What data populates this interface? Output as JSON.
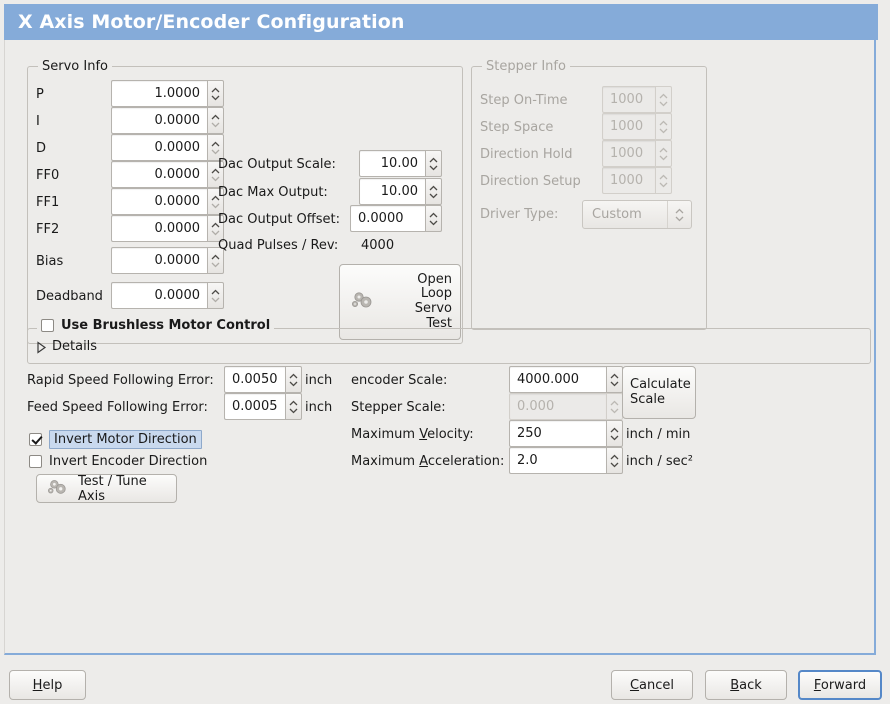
{
  "window": {
    "title": "X Axis Motor/Encoder Configuration",
    "accent_color": "#85abd9",
    "background_color": "#edecea"
  },
  "servo_info": {
    "legend": "Servo Info",
    "rows": [
      {
        "label": "P",
        "value": "1.0000"
      },
      {
        "label": "I",
        "value": "0.0000"
      },
      {
        "label": "D",
        "value": "0.0000"
      },
      {
        "label": "FF0",
        "value": "0.0000"
      },
      {
        "label": "FF1",
        "value": "0.0000"
      },
      {
        "label": "FF2",
        "value": "0.0000"
      },
      {
        "label": "Bias",
        "value": "0.0000"
      },
      {
        "label": "Deadband",
        "value": "0.0000"
      }
    ],
    "dac": [
      {
        "label": "Dac Output Scale:",
        "value": "10.00"
      },
      {
        "label": "Dac Max Output:",
        "value": "10.00"
      },
      {
        "label": "Dac Output Offset:",
        "value": "0.0000"
      }
    ],
    "quad_pulses_label": "Quad Pulses / Rev:",
    "quad_pulses_value": "4000",
    "open_loop_button": {
      "label": "Open\nLoop\nServo\nTest",
      "icon": "gears-icon"
    }
  },
  "stepper_info": {
    "legend": "Stepper Info",
    "disabled": true,
    "rows": [
      {
        "label": "Step On-Time",
        "value": "1000"
      },
      {
        "label": "Step Space",
        "value": "1000"
      },
      {
        "label": "Direction Hold",
        "value": "1000"
      },
      {
        "label": "Direction Setup",
        "value": "1000"
      }
    ],
    "driver_type_label": "Driver Type:",
    "driver_type_value": "Custom"
  },
  "brushless": {
    "checkbox_label": "Use Brushless Motor Control",
    "checked": false,
    "details_label": "Details",
    "details_expanded": false
  },
  "errors": {
    "rapid_label": "Rapid Speed Following Error:",
    "rapid_value": "0.0050",
    "rapid_unit": "inch",
    "feed_label": "Feed Speed Following Error:",
    "feed_value": "0.0005",
    "feed_unit": "inch"
  },
  "inverts": {
    "motor_label": "Invert Motor Direction",
    "motor_checked": true,
    "encoder_label": "Invert Encoder Direction",
    "encoder_checked": false
  },
  "test_tune_button": {
    "label": "Test / Tune Axis",
    "icon": "gears-icon"
  },
  "scales": {
    "encoder_label": "encoder Scale:",
    "encoder_value": "4000.000",
    "stepper_label": "Stepper Scale:",
    "stepper_value": "0.000",
    "stepper_disabled": true,
    "calculate_button": "Calculate\nScale",
    "max_velocity_label_pre": "Maximum ",
    "max_velocity_label_mnem": "V",
    "max_velocity_label_post": "elocity:",
    "max_velocity_value": "250",
    "max_velocity_unit": "inch / min",
    "max_accel_label_pre": "Maximum ",
    "max_accel_label_mnem": "A",
    "max_accel_label_post": "cceleration:",
    "max_accel_value": "2.0",
    "max_accel_unit": "inch / sec²"
  },
  "actions": {
    "help_mnem": "H",
    "help_rest": "elp",
    "cancel_mnem": "C",
    "cancel_rest": "ancel",
    "back_mnem": "B",
    "back_rest": "ack",
    "forward_mnem": "F",
    "forward_rest": "orward",
    "focused": "forward"
  }
}
